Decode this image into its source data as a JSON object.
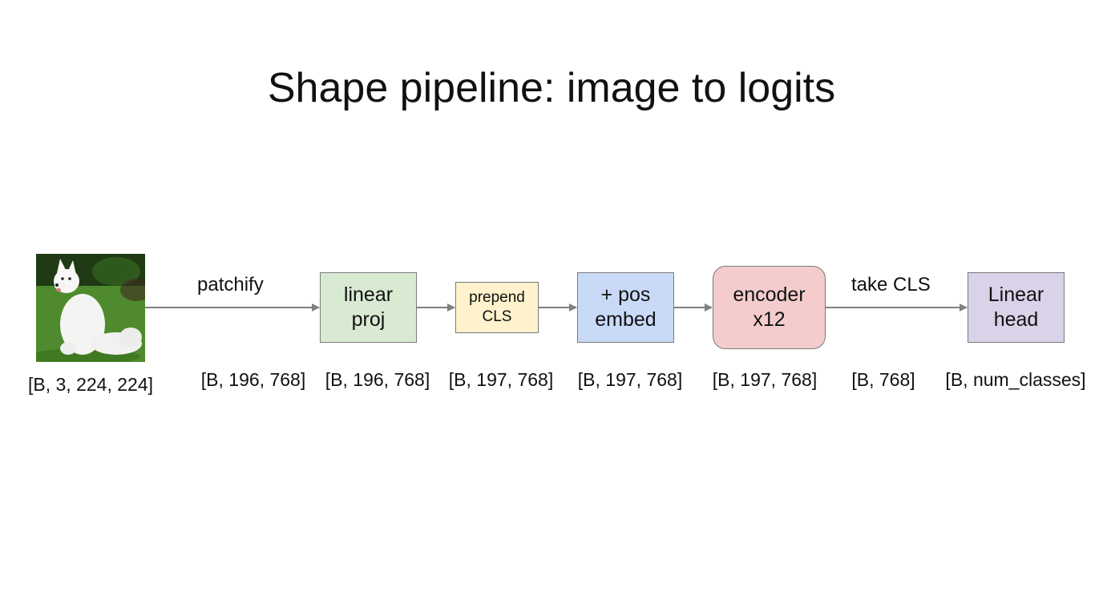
{
  "title": "Shape pipeline: image to logits",
  "input": {
    "image_alt": "white dog sitting on grass",
    "shape": "[B, 3, 224, 224]"
  },
  "edges": {
    "patchify": "patchify",
    "take_cls": "take CLS"
  },
  "nodes": {
    "linear_proj": {
      "lines": [
        "linear",
        "proj"
      ],
      "color": "#d9ead3",
      "shape": "[B, 196, 768]"
    },
    "prepend_cls": {
      "lines": [
        "prepend",
        "CLS"
      ],
      "color": "#fff2cc",
      "shape": "[B, 197, 768]"
    },
    "pos_embed": {
      "lines": [
        "+ pos",
        "embed"
      ],
      "color": "#c9daf8",
      "shape": "[B, 197, 768]"
    },
    "encoder": {
      "lines": [
        "encoder",
        "x12"
      ],
      "color": "#f4cccc",
      "shape": "[B, 197, 768]"
    },
    "linear_head": {
      "lines": [
        "Linear",
        "head"
      ],
      "color": "#d9d2e9",
      "shape": "[B, num_classes]"
    }
  },
  "patchify_shape": "[B, 196, 768]",
  "cls_shape": "[B, 768]",
  "arrow_color": "#808080"
}
